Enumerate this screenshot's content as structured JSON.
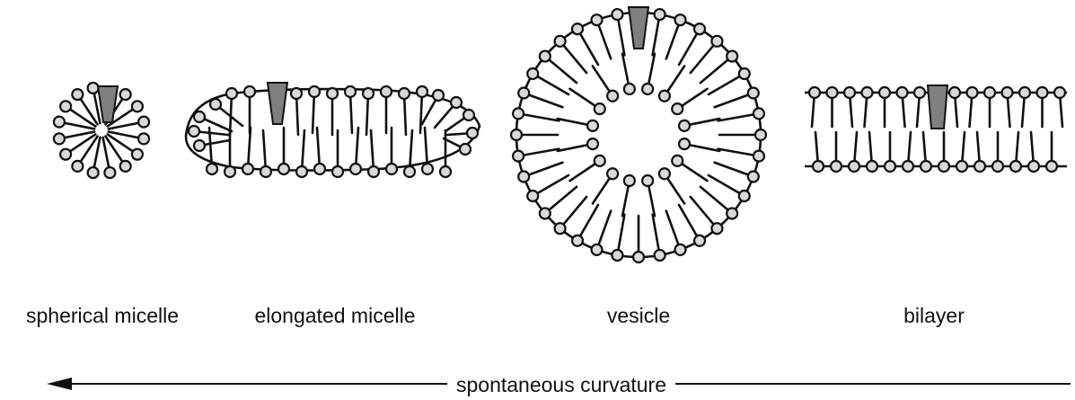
{
  "labels": {
    "spherical_micelle": "spherical micelle",
    "elongated_micelle": "elongated micelle",
    "vesicle": "vesicle",
    "bilayer": "bilayer"
  },
  "arrow": {
    "label": "spontaneous curvature",
    "direction": "left"
  },
  "colors": {
    "stroke": "#111111",
    "lipid_head": "#d9d9d9",
    "cone_molecule": "#7f7f7f",
    "background": "#ffffff"
  }
}
